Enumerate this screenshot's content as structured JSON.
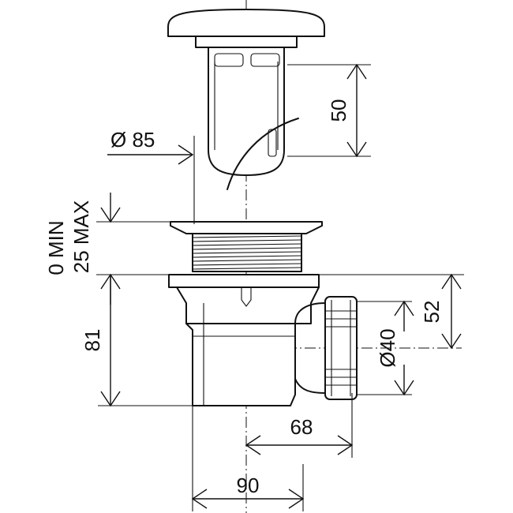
{
  "drawing": {
    "dimensions": {
      "cap_height": "50",
      "diameter_top": "Ø 85",
      "flange_adjust": "0 MIN\n25 MAX",
      "flange_adjust_min": "0 MIN",
      "flange_adjust_max": "25 MAX",
      "body_height": "81",
      "outlet_height": "52",
      "outlet_diameter": "Ø40",
      "outlet_offset": "68",
      "body_width": "90"
    }
  }
}
